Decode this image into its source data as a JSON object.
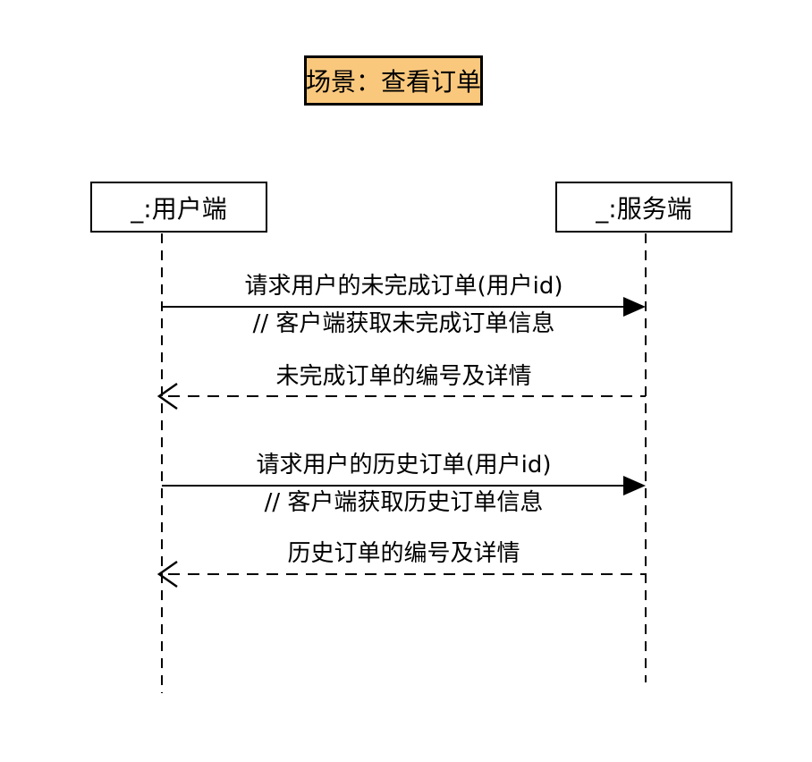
{
  "diagram": {
    "title": "场景：查看订单",
    "colors": {
      "title_bg": "#FAC87D",
      "line": "#000000",
      "background": "#FFFFFF"
    },
    "actors": [
      {
        "id": "client",
        "label": "_:用户端"
      },
      {
        "id": "server",
        "label": "_:服务端"
      }
    ],
    "messages": [
      {
        "from": "client",
        "to": "server",
        "line_style": "solid",
        "arrow_style": "filled",
        "label": "请求用户的未完成订单(用户id)",
        "comment": "// 客户端获取未完成订单信息"
      },
      {
        "from": "server",
        "to": "client",
        "line_style": "dashed",
        "arrow_style": "open",
        "label": "未完成订单的编号及详情"
      },
      {
        "from": "client",
        "to": "server",
        "line_style": "solid",
        "arrow_style": "filled",
        "label": "请求用户的历史订单(用户id)",
        "comment": "// 客户端获取历史订单信息"
      },
      {
        "from": "server",
        "to": "client",
        "line_style": "dashed",
        "arrow_style": "open",
        "label": "历史订单的编号及详情"
      }
    ]
  }
}
